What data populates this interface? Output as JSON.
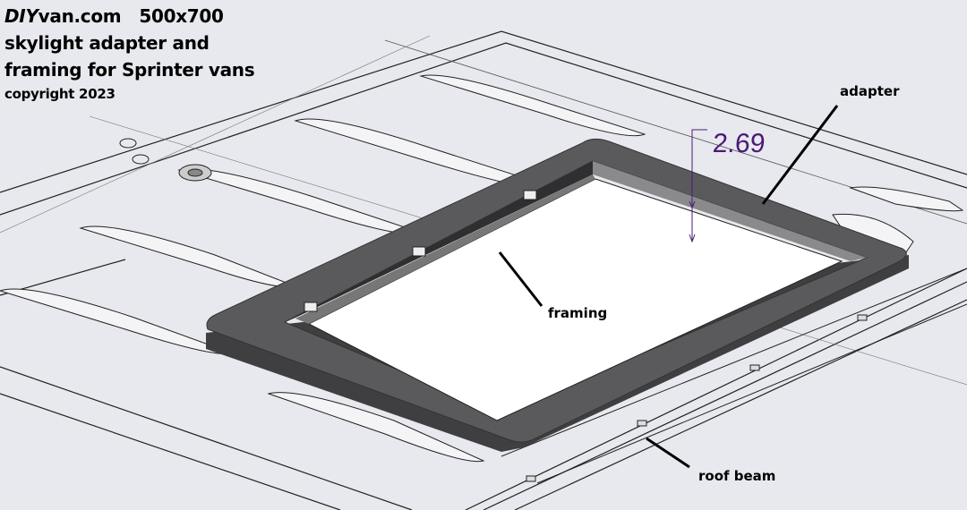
{
  "title": {
    "brand_italic": "DIY",
    "brand_rest": "van.com",
    "size": "500x700",
    "line2": "skylight adapter and",
    "line3": "framing for Sprinter vans",
    "copyright": "copyright 2023"
  },
  "labels": {
    "adapter": "adapter",
    "framing": "framing",
    "roof_beam": "roof beam"
  },
  "dimension": {
    "value": "2.69",
    "color": "#4b1a78"
  },
  "colors": {
    "background": "#e8e9ee",
    "adapter": "#5a5a5c",
    "adapter_top": "#4a4a4c",
    "opening": "#ffffff"
  }
}
